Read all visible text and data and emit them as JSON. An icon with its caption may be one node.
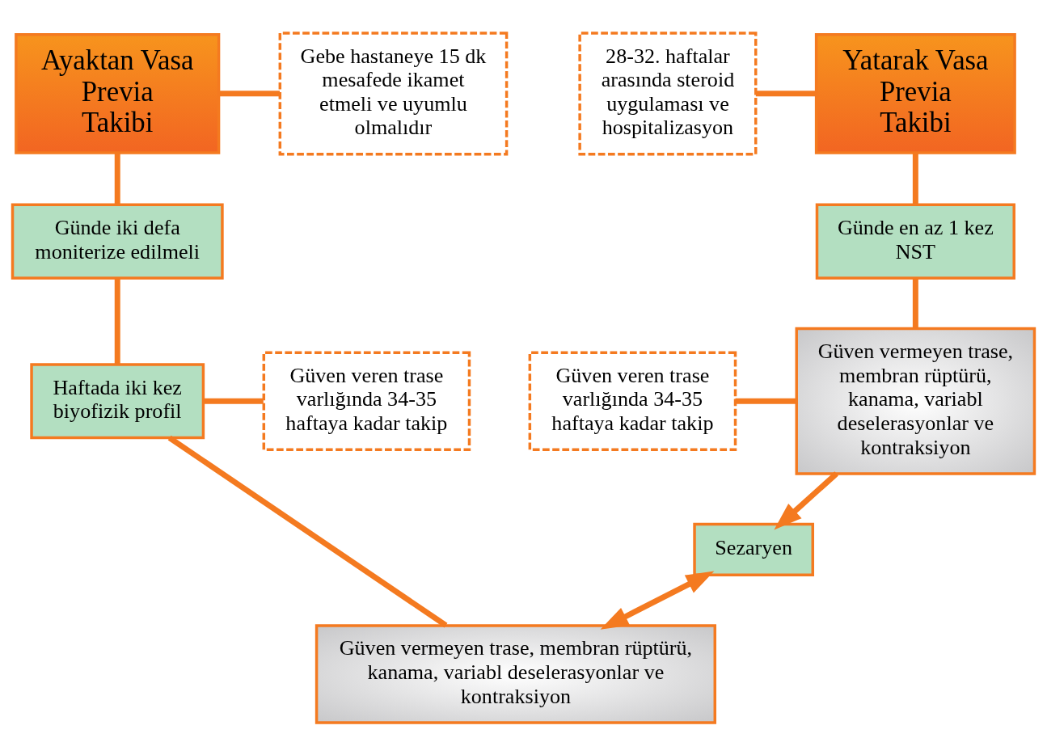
{
  "diagram": {
    "nodes": [
      {
        "text": [
          "Yatarak Vasa Previa Takibi"
        ]
      },
      {
        "text": [
          "Ayaktan Vasa Previa Takibi"
        ]
      },
      {
        "text": [
          "28-32. haftalar arasında steroid uygulaması ve hospitalizasyon"
        ]
      },
      {
        "text": [
          "Gebe hastaneye 15 dk mesafede ikamet etmeli ve uyumlu olmalıdır"
        ]
      },
      {
        "text": [
          "Günde en az 1 kez NST"
        ]
      },
      {
        "text": [
          "Günde iki defa moniterize edilmeli"
        ]
      },
      {
        "text": [
          "Güven veren trase varlığında 34-35 haftaya kadar takip"
        ]
      },
      {
        "text": [
          "Güven vermeyen trase, membran rüptürü, kanama, variabl deselerasyonlar ve kontraksiyon"
        ]
      },
      {
        "text": [
          "Haftada iki kez biyofizik profil"
        ]
      },
      {
        "text": [
          "Güven veren trase varlığında 34-35 haftaya kadar takip"
        ]
      },
      {
        "text": [
          "Güven vermeyen trase, membran rüptürü, kanama, variabl deselerasyonlar ve kontraksiyon"
        ]
      },
      {
        "text": [
          "Sezaryen"
        ]
      }
    ],
    "edges": [
      {
        "from": 2,
        "to": 0,
        "arrow": "none"
      },
      {
        "from": 1,
        "to": 3,
        "arrow": "none"
      },
      {
        "from": 0,
        "to": 4,
        "arrow": "none"
      },
      {
        "from": 1,
        "to": 5,
        "arrow": "none"
      },
      {
        "from": 6,
        "to": 7,
        "arrow": "none"
      },
      {
        "from": 4,
        "to": 7,
        "arrow": "none"
      },
      {
        "from": 5,
        "to": 8,
        "arrow": "none"
      },
      {
        "from": 8,
        "to": 9,
        "arrow": "none"
      },
      {
        "from": 8,
        "to": 10,
        "arrow": "none"
      },
      {
        "from": 7,
        "to": 11,
        "arrow": "to"
      },
      {
        "from": 11,
        "to": 10,
        "arrow": "both"
      }
    ]
  }
}
